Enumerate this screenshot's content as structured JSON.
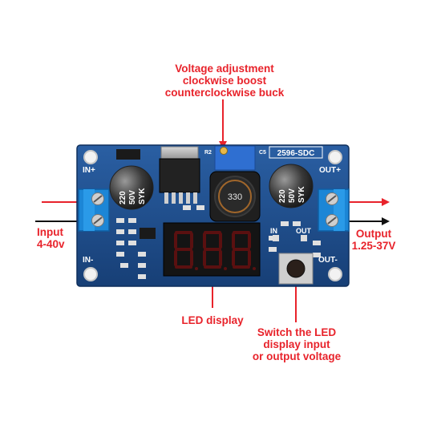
{
  "annotations": {
    "voltage_adjust": [
      "Voltage adjustment",
      "clockwise boost",
      "counterclockwise buck"
    ],
    "input": [
      "Input",
      "4-40v"
    ],
    "output": [
      "Output",
      "1.25-37V"
    ],
    "led": "LED display",
    "switch": [
      "Switch the LED",
      "display input",
      "or output voltage"
    ]
  },
  "board": {
    "model": "2596-SDC",
    "in_plus": "IN+",
    "in_minus": "IN-",
    "out_plus": "OUT+",
    "out_minus": "OUT-",
    "in_label": "IN",
    "out_label": "OUT",
    "cap_left": [
      "220",
      "50V",
      "SYK"
    ],
    "cap_right": [
      "220",
      "50V",
      "SYK"
    ],
    "inductor": "330",
    "r2": "R2",
    "c5": "C5"
  },
  "colors": {
    "annotation": "#e8232b",
    "pcb": "#1e4f8f",
    "terminal": "#1c86d6"
  }
}
